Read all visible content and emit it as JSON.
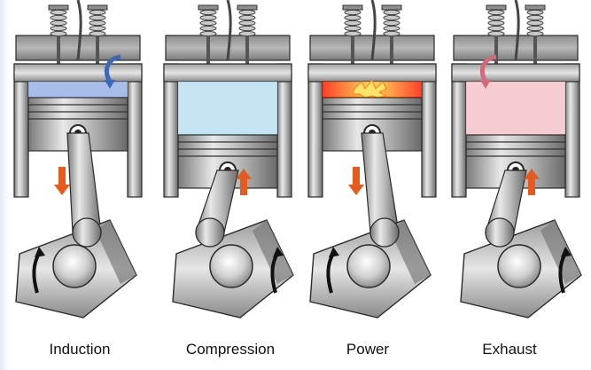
{
  "diagram": {
    "strokes": [
      {
        "name": "Induction",
        "charge_color": "#9fb6e6",
        "arrow_direction": "down",
        "flow_arrow_color": "#3f67b8"
      },
      {
        "name": "Compression",
        "charge_color": "#bfe1f2",
        "arrow_direction": "up"
      },
      {
        "name": "Power",
        "charge_color": "#ff3a1a",
        "arrow_direction": "down"
      },
      {
        "name": "Exhaust",
        "charge_color": "#f4c6cc",
        "arrow_direction": "up",
        "flow_arrow_color": "#d16a7a"
      }
    ],
    "colors": {
      "metal_dark": "#6f6f6f",
      "metal_mid": "#9a9a9a",
      "metal_light": "#e2e2e2",
      "motion_arrow": "#e65a1e",
      "rotation_arrow": "#111111"
    }
  }
}
